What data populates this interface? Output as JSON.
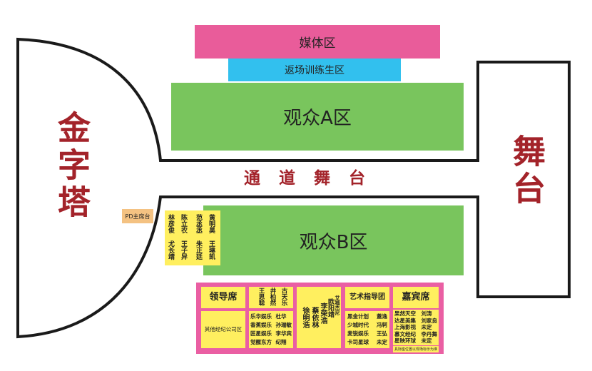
{
  "zones": {
    "media": "媒体区",
    "return": "返场训练生区",
    "audience_a": "观众A区",
    "audience_b": "观众B区",
    "pyramid": "金字塔",
    "stage": "舞台",
    "runway": "通道舞台",
    "pd_seat": "PD主席台"
  },
  "colors": {
    "media": "#e95c9a",
    "return": "#32c0ee",
    "audience": "#79c55d",
    "yellow": "#ffef5f",
    "bottom_border": "#ea5fa3",
    "pyramid_text": "#a3232a",
    "pd": "#f4c282"
  },
  "mentors": {
    "col1": [
      "林彦俊",
      "尤长靖"
    ],
    "col2": [
      "陈立农",
      "王子异"
    ],
    "col3": [
      "范丞丞",
      "朱正廷"
    ],
    "col4": [
      "黄明昊",
      "王琳凯"
    ]
  },
  "bottom": {
    "leaders": {
      "title": "领导席",
      "note": "其他经纪公司区"
    },
    "trainees_top": [
      "王思聪",
      "井柏然",
      "古天乐"
    ],
    "companies_left": [
      "乐华娱乐",
      "香蕉娱乐",
      "匠星娱乐",
      "觉醒东方"
    ],
    "companies_right": [
      "杜华",
      "孙瑞敏",
      "李华宾",
      "纪翔"
    ],
    "mid_cols": [
      "徐明浩",
      "蔡依林",
      "李荣浩",
      "欧阳靖",
      "艾福杰尼"
    ],
    "art": {
      "title": "艺术指导团",
      "rows_left": [
        "黑金计划",
        "少城时代",
        "麦锐娱乐",
        "卡司星球"
      ],
      "rows_right": [
        "蓋逸",
        "冯轲",
        "王弘",
        "未定"
      ]
    },
    "guests": {
      "title": "嘉宾席",
      "rows_left": [
        "果然天空",
        "达星美集",
        "上海影视",
        "慕文经纪",
        "星映环球"
      ],
      "rows_right": [
        "刘涛",
        "刘家良",
        "未定",
        "李丹舞",
        "未定"
      ]
    },
    "footnote": "具际座位置以现场标示为准"
  }
}
